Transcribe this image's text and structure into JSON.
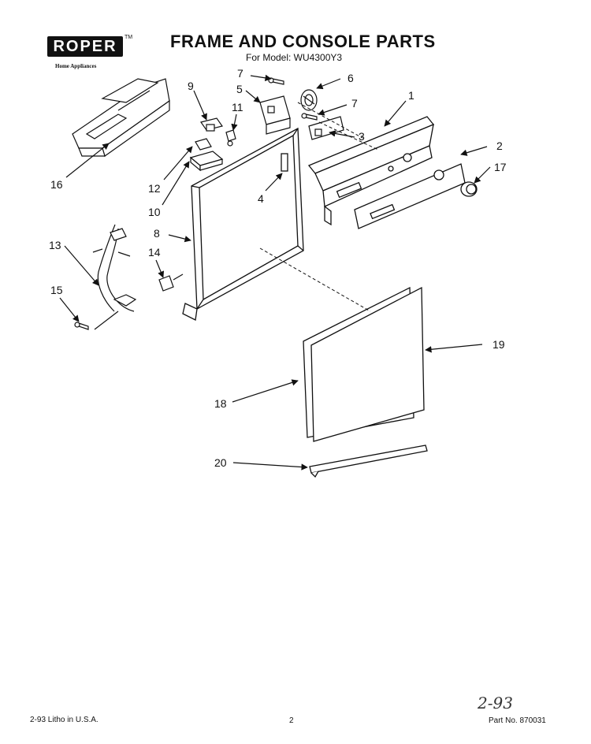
{
  "brand": {
    "logo_word": "ROPER",
    "logo_tm": "TM",
    "logo_sub": "Home Appliances"
  },
  "title": "FRAME AND CONSOLE PARTS",
  "subtitle": "For Model: WU4300Y3",
  "callouts": {
    "c1": "1",
    "c2": "2",
    "c3": "3",
    "c4": "4",
    "c5": "5",
    "c6": "6",
    "c7a": "7",
    "c7b": "7",
    "c8": "8",
    "c9": "9",
    "c10": "10",
    "c11": "11",
    "c12": "12",
    "c13": "13",
    "c14": "14",
    "c15": "15",
    "c16": "16",
    "c17": "17",
    "c18": "18",
    "c19": "19",
    "c20": "20"
  },
  "footer": {
    "litho": "2-93  Litho in U.S.A.",
    "page": "2",
    "part_no": "Part No. 870031"
  },
  "handwritten_date": "2-93"
}
